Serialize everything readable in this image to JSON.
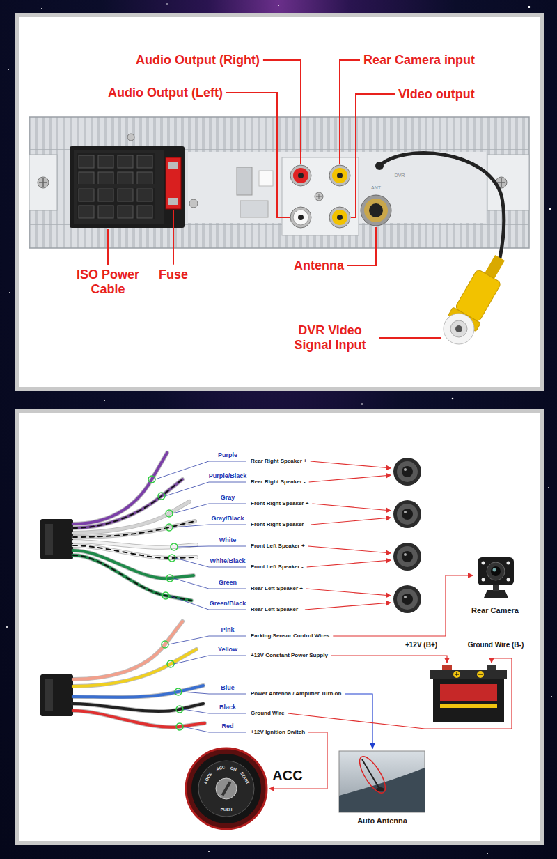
{
  "diagram": {
    "labels": [
      "Audio Output (Right)",
      "Rear Camera input",
      "Audio Output (Left)",
      "Video output",
      "ISO Power Cable",
      "Fuse",
      "Antenna",
      "DVR Video Signal Input",
      "DVR",
      "ANT",
      "Purple",
      "Rear Right Speaker +",
      "Purple/Black",
      "Rear Right Speaker -",
      "Gray",
      "Front Right Speaker +",
      "Gray/Black",
      "Front Right Speaker -",
      "White",
      "Front Left Speaker +",
      "White/Black",
      "Front Left Speaker -",
      "Green",
      "Rear Left Speaker +",
      "Green/Black",
      "Rear Left Speaker -",
      "Pink",
      "Parking Sensor Control Wires",
      "Yellow",
      "+12V Constant Power Supply",
      "Blue",
      "Power Antenna / Amplifier Turn on",
      "Black",
      "Ground Wire",
      "Red",
      "+12V Ignition Switch",
      "Rear Camera",
      "+12V (B+)",
      "Ground Wire (B-)",
      "ACC",
      "Auto Antenna",
      "LOCK",
      "ACC",
      "ON",
      "START",
      "PUSH"
    ]
  }
}
